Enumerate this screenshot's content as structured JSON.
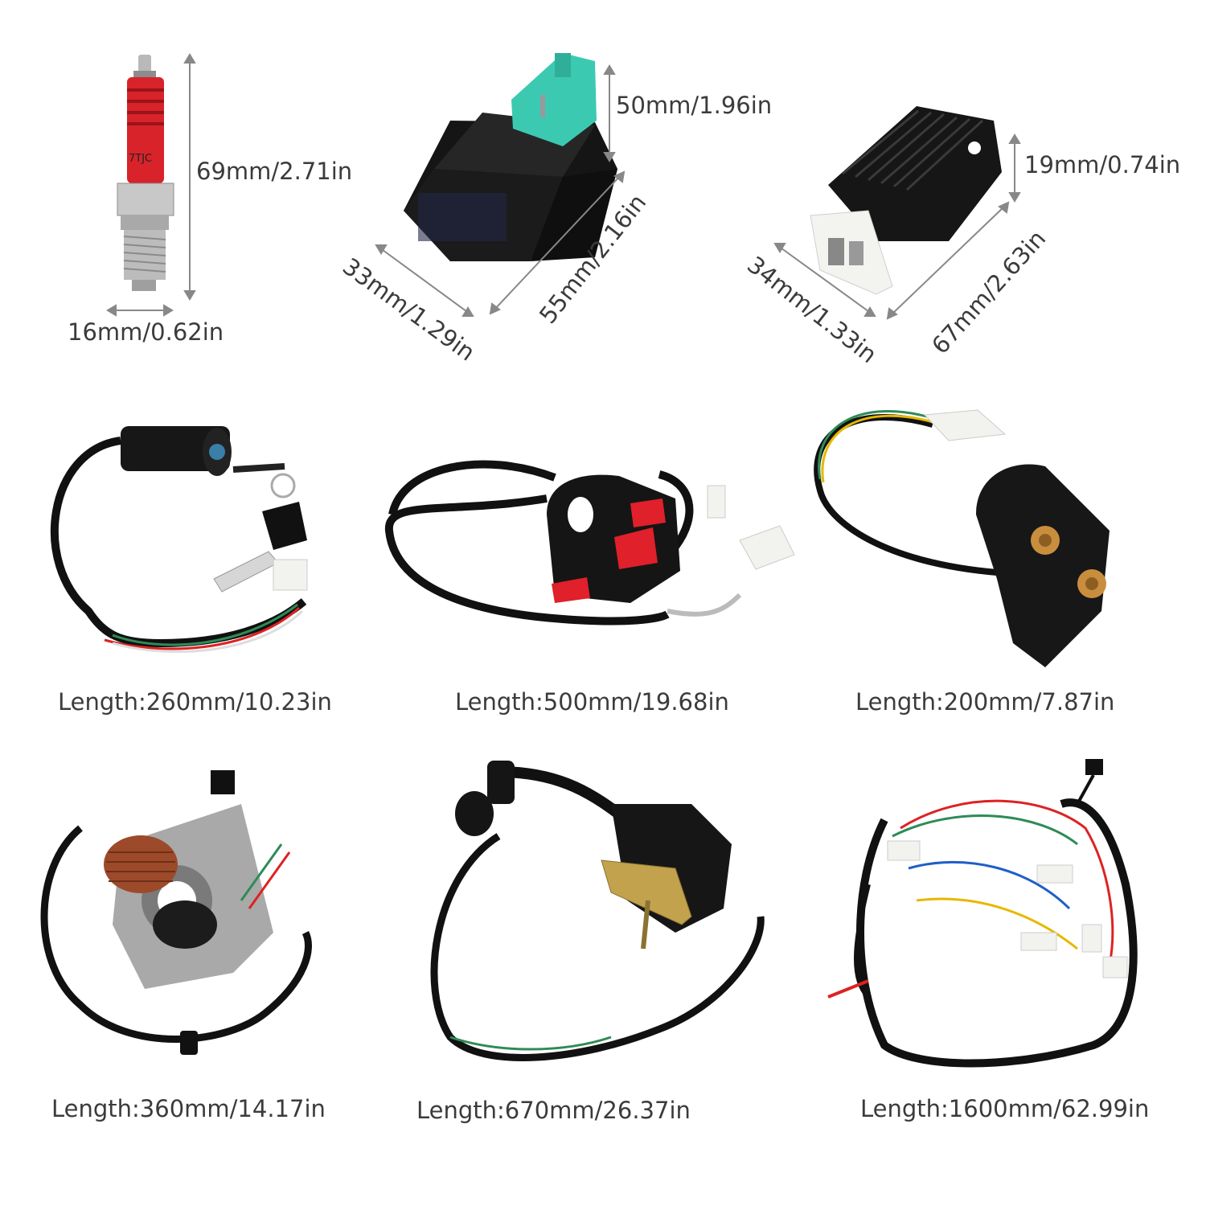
{
  "dimensions": {
    "spark_plug_height": "69mm/2.71in",
    "spark_plug_width": "16mm/0.62in",
    "cdi_height": "50mm/1.96in",
    "cdi_depth": "33mm/1.29in",
    "cdi_length": "55mm/2.16in",
    "regulator_height": "19mm/0.74in",
    "regulator_depth": "34mm/1.33in",
    "regulator_length": "67mm/2.63in"
  },
  "spark_plug_print": "7TJC",
  "lengths": {
    "ignition_switch": "Length:260mm/10.23in",
    "handlebar_switch": "Length:500mm/19.68in",
    "starter_relay": "Length:200mm/7.87in",
    "stator": "Length:360mm/14.17in",
    "ignition_coil": "Length:670mm/26.37in",
    "wiring_harness": "Length:1600mm/62.99in"
  },
  "colors": {
    "spark_plug_red": "#d8232a",
    "cdi_connector_teal": "#3cc9b2",
    "switch_button_red": "#e0202a",
    "body_black": "#1a1a1a"
  }
}
